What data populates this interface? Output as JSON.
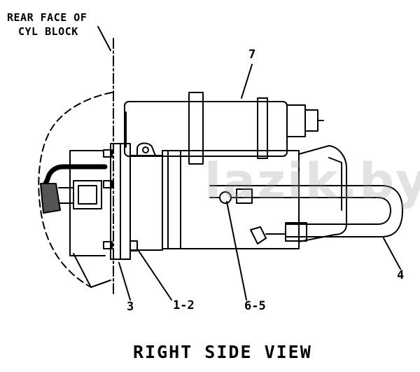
{
  "labels": {
    "rear_face_line1": "REAR FACE OF",
    "rear_face_line2": "CYL BLOCK",
    "callout_7": "7",
    "callout_4": "4",
    "callout_3": "3",
    "callout_1_2": "1-2",
    "callout_6_5": "6-5",
    "view_title": "RIGHT SIDE VIEW"
  },
  "watermark": "lazik.by",
  "colors": {
    "line": "#000000",
    "background": "#ffffff",
    "watermark": "#a0a0a0"
  }
}
